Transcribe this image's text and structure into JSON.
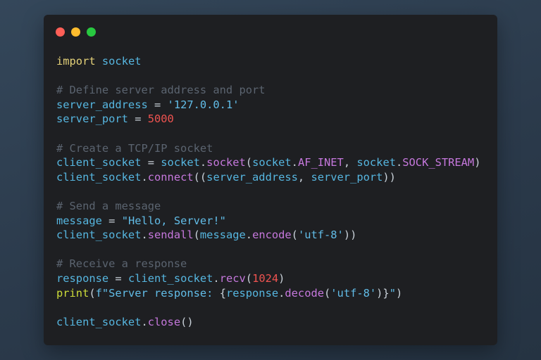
{
  "window": {
    "controls": [
      {
        "name": "close-dot",
        "color": "#ff5f57"
      },
      {
        "name": "minimize-dot",
        "color": "#febc2e"
      },
      {
        "name": "maximize-dot",
        "color": "#28c840"
      }
    ]
  },
  "colors": {
    "keyword": "#e5d279",
    "identifier": "#56b6e0",
    "method": "#c678dd",
    "string": "#62bde8",
    "number": "#ef5350",
    "comment": "#5b6470",
    "builtin": "#cddc39",
    "punct": "#c9d1d9"
  },
  "code_lines": [
    [
      [
        "keyword",
        "import"
      ],
      [
        "punct",
        " "
      ],
      [
        "identifier",
        "socket"
      ]
    ],
    [],
    [
      [
        "comment",
        "# Define server address and port"
      ]
    ],
    [
      [
        "identifier",
        "server_address"
      ],
      [
        "punct",
        " = "
      ],
      [
        "string",
        "'127.0.0.1'"
      ]
    ],
    [
      [
        "identifier",
        "server_port"
      ],
      [
        "punct",
        " = "
      ],
      [
        "number",
        "5000"
      ]
    ],
    [],
    [
      [
        "comment",
        "# Create a TCP/IP socket"
      ]
    ],
    [
      [
        "identifier",
        "client_socket"
      ],
      [
        "punct",
        " = "
      ],
      [
        "identifier",
        "socket"
      ],
      [
        "punct",
        "."
      ],
      [
        "method",
        "socket"
      ],
      [
        "punct",
        "("
      ],
      [
        "identifier",
        "socket"
      ],
      [
        "punct",
        "."
      ],
      [
        "method",
        "AF_INET"
      ],
      [
        "punct",
        ", "
      ],
      [
        "identifier",
        "socket"
      ],
      [
        "punct",
        "."
      ],
      [
        "method",
        "SOCK_STREAM"
      ],
      [
        "punct",
        ")"
      ]
    ],
    [
      [
        "identifier",
        "client_socket"
      ],
      [
        "punct",
        "."
      ],
      [
        "method",
        "connect"
      ],
      [
        "punct",
        "(("
      ],
      [
        "identifier",
        "server_address"
      ],
      [
        "punct",
        ", "
      ],
      [
        "identifier",
        "server_port"
      ],
      [
        "punct",
        "))"
      ]
    ],
    [],
    [
      [
        "comment",
        "# Send a message"
      ]
    ],
    [
      [
        "identifier",
        "message"
      ],
      [
        "punct",
        " = "
      ],
      [
        "string",
        "\"Hello, Server!\""
      ]
    ],
    [
      [
        "identifier",
        "client_socket"
      ],
      [
        "punct",
        "."
      ],
      [
        "method",
        "sendall"
      ],
      [
        "punct",
        "("
      ],
      [
        "identifier",
        "message"
      ],
      [
        "punct",
        "."
      ],
      [
        "method",
        "encode"
      ],
      [
        "punct",
        "("
      ],
      [
        "string",
        "'utf-8'"
      ],
      [
        "punct",
        "))"
      ]
    ],
    [],
    [
      [
        "comment",
        "# Receive a response"
      ]
    ],
    [
      [
        "identifier",
        "response"
      ],
      [
        "punct",
        " = "
      ],
      [
        "identifier",
        "client_socket"
      ],
      [
        "punct",
        "."
      ],
      [
        "method",
        "recv"
      ],
      [
        "punct",
        "("
      ],
      [
        "number",
        "1024"
      ],
      [
        "punct",
        ")"
      ]
    ],
    [
      [
        "builtin",
        "print"
      ],
      [
        "punct",
        "("
      ],
      [
        "string",
        "f\"Server response: "
      ],
      [
        "punct",
        "{"
      ],
      [
        "identifier",
        "response"
      ],
      [
        "punct",
        "."
      ],
      [
        "method",
        "decode"
      ],
      [
        "punct",
        "("
      ],
      [
        "string",
        "'utf-8'"
      ],
      [
        "punct",
        ")}"
      ],
      [
        "string",
        "\""
      ],
      [
        "punct",
        ")"
      ]
    ],
    [],
    [
      [
        "identifier",
        "client_socket"
      ],
      [
        "punct",
        "."
      ],
      [
        "method",
        "close"
      ],
      [
        "punct",
        "()"
      ]
    ]
  ]
}
